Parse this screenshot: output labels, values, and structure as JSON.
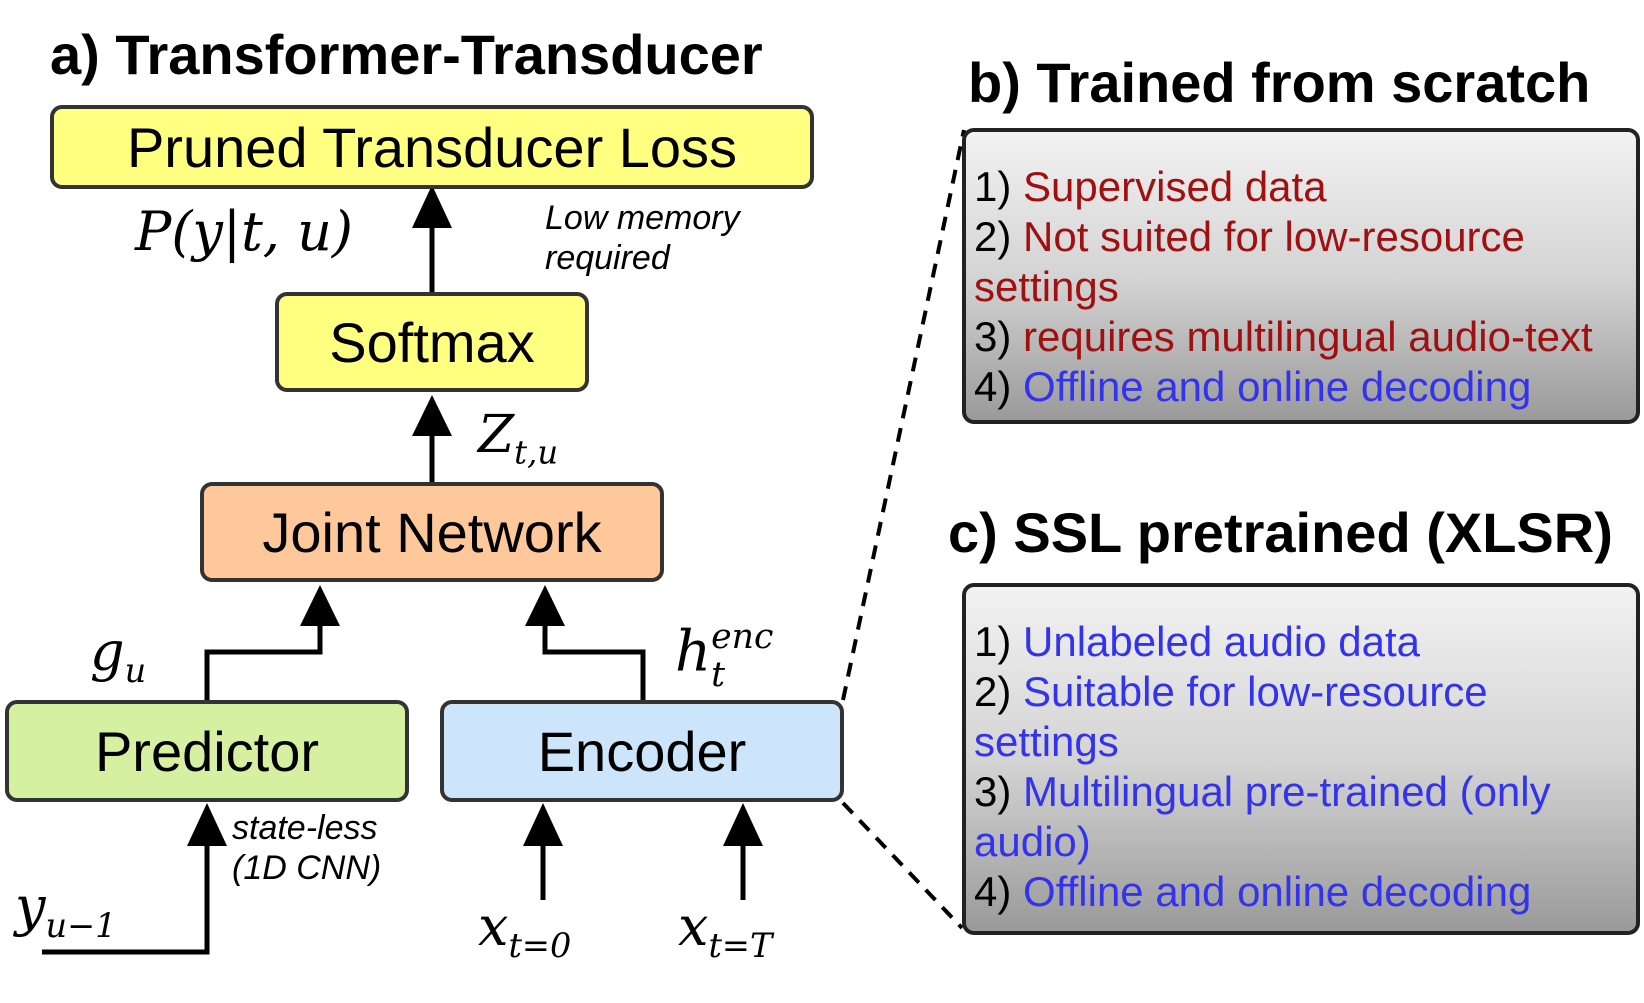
{
  "diagram": {
    "panel_a": {
      "title": "a) Transformer-Transducer",
      "loss_box": "Pruned Transducer Loss",
      "softmax_box": "Softmax",
      "joint_box": "Joint Network",
      "predictor_box": "Predictor",
      "encoder_box": "Encoder",
      "prob_label": "P(y|t, u)",
      "low_memory_note": [
        "Low memory",
        "required"
      ],
      "z_label": {
        "base": "Z",
        "sub": "t,u"
      },
      "g_label": {
        "base": "g",
        "sub": "u"
      },
      "h_label": {
        "base": "h",
        "sub": "t",
        "sup": "enc"
      },
      "state_less_note": [
        "state-less",
        "(1D CNN)"
      ],
      "y_label": {
        "base": "y",
        "sub": "u−1"
      },
      "x0_label": {
        "base": "x",
        "sub": "t=0"
      },
      "xT_label": {
        "base": "x",
        "sub": "t=T"
      }
    },
    "panel_b": {
      "title": "b) Trained from scratch",
      "items": [
        {
          "num": "1)",
          "lines": [
            "Supervised data"
          ],
          "color": "red"
        },
        {
          "num": "2)",
          "lines": [
            "Not suited for low-resource",
            "settings"
          ],
          "color": "red"
        },
        {
          "num": "3)",
          "lines": [
            "requires multilingual audio-text"
          ],
          "color": "red"
        },
        {
          "num": "4)",
          "lines": [
            "Offline and online decoding"
          ],
          "color": "blue"
        }
      ]
    },
    "panel_c": {
      "title": "c) SSL pretrained (XLSR)",
      "items": [
        {
          "num": "1)",
          "lines": [
            "Unlabeled audio data"
          ],
          "color": "blue"
        },
        {
          "num": "2)",
          "lines": [
            "Suitable for low-resource",
            "settings"
          ],
          "color": "blue"
        },
        {
          "num": "3)",
          "lines": [
            "Multilingual pre-trained (only",
            "audio)"
          ],
          "color": "blue"
        },
        {
          "num": "4)",
          "lines": [
            "Offline and online decoding"
          ],
          "color": "blue"
        }
      ]
    },
    "colors": {
      "loss_fill": "#ffff80",
      "softmax_fill": "#ffff80",
      "joint_fill": "#ffc89a",
      "predictor_fill": "#d4f0a0",
      "encoder_fill": "#cde5fb",
      "negative_text": "#a01010",
      "positive_text": "#3333ee"
    }
  }
}
